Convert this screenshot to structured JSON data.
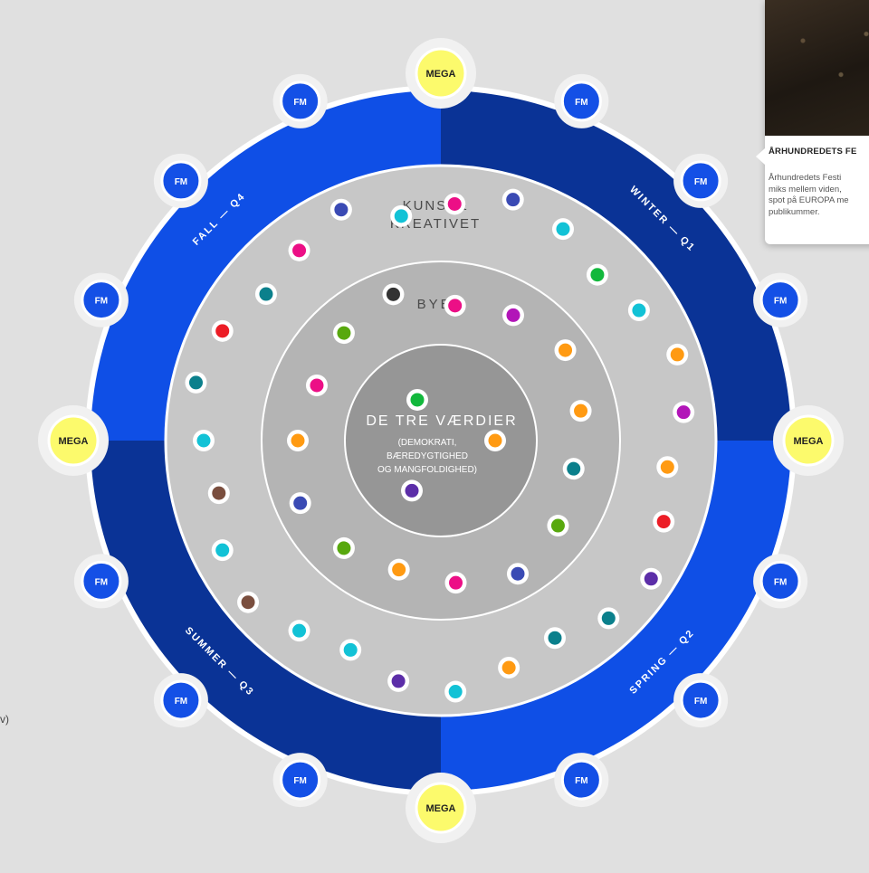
{
  "quarters": [
    {
      "label": "WINTER — Q1",
      "color": "#0a3396"
    },
    {
      "label": "SPRING — Q2",
      "color": "#0f4fe6"
    },
    {
      "label": "SUMMER — Q3",
      "color": "#0a3396"
    },
    {
      "label": "FALL — Q4",
      "color": "#0f4fe6"
    }
  ],
  "rings": {
    "outer": {
      "title_line1": "KUNST&",
      "title_line2": "KREATIVET"
    },
    "middle": {
      "title": "BYEN"
    },
    "inner": {
      "title": "DE TRE VÆRDIER",
      "sub1": "(DEMOKRATI,",
      "sub2": "BÆREDYGTIGHED",
      "sub3": "OG MANGFOLDIGHED)"
    }
  },
  "event_badges": {
    "fm": "FM",
    "mega": "MEGA"
  },
  "popup": {
    "title": "ÅRHUNDREDETS FE",
    "text_lines": [
      "Århundredets Festi",
      "miks mellem viden,",
      "spot på EUROPA me",
      "publikummer."
    ]
  },
  "left_fragment": "v)",
  "dot_colors": {
    "cyan": "#12c2d6",
    "magenta": "#ec0f86",
    "green": "#12b83c",
    "navy": "#3a4ab4",
    "orange": "#ff9a12",
    "purple": "#b215b8",
    "red": "#ec1d26",
    "violet": "#5c2ea8",
    "teal": "#0b808c",
    "lime": "#58a80e",
    "brown": "#7a4e3e",
    "dark": "#333333"
  },
  "dots": [
    {
      "ring": "outer",
      "c": "cyan"
    },
    {
      "ring": "outer",
      "c": "magenta"
    },
    {
      "ring": "outer",
      "c": "navy"
    },
    {
      "ring": "outer",
      "c": "cyan"
    },
    {
      "ring": "outer",
      "c": "green"
    },
    {
      "ring": "outer",
      "c": "cyan"
    },
    {
      "ring": "outer",
      "c": "orange"
    },
    {
      "ring": "outer",
      "c": "purple"
    },
    {
      "ring": "outer",
      "c": "orange"
    },
    {
      "ring": "outer",
      "c": "red"
    },
    {
      "ring": "outer",
      "c": "violet"
    },
    {
      "ring": "outer",
      "c": "teal"
    },
    {
      "ring": "outer",
      "c": "teal"
    },
    {
      "ring": "outer",
      "c": "orange"
    },
    {
      "ring": "outer",
      "c": "cyan"
    },
    {
      "ring": "outer",
      "c": "violet"
    },
    {
      "ring": "outer",
      "c": "cyan"
    },
    {
      "ring": "outer",
      "c": "cyan"
    },
    {
      "ring": "outer",
      "c": "brown"
    },
    {
      "ring": "outer",
      "c": "cyan"
    },
    {
      "ring": "outer",
      "c": "brown"
    },
    {
      "ring": "outer",
      "c": "cyan"
    },
    {
      "ring": "outer",
      "c": "teal"
    },
    {
      "ring": "outer",
      "c": "red"
    },
    {
      "ring": "outer",
      "c": "teal"
    },
    {
      "ring": "outer",
      "c": "magenta"
    },
    {
      "ring": "outer",
      "c": "navy"
    },
    {
      "ring": "middle",
      "c": "magenta"
    },
    {
      "ring": "middle",
      "c": "purple"
    },
    {
      "ring": "middle",
      "c": "orange"
    },
    {
      "ring": "middle",
      "c": "orange"
    },
    {
      "ring": "middle",
      "c": "teal"
    },
    {
      "ring": "middle",
      "c": "lime"
    },
    {
      "ring": "middle",
      "c": "navy"
    },
    {
      "ring": "middle",
      "c": "magenta"
    },
    {
      "ring": "middle",
      "c": "orange"
    },
    {
      "ring": "middle",
      "c": "lime"
    },
    {
      "ring": "middle",
      "c": "navy"
    },
    {
      "ring": "middle",
      "c": "orange"
    },
    {
      "ring": "middle",
      "c": "magenta"
    },
    {
      "ring": "middle",
      "c": "lime"
    },
    {
      "ring": "middle",
      "c": "dark"
    },
    {
      "ring": "inner",
      "c": "green"
    },
    {
      "ring": "inner",
      "c": "orange"
    },
    {
      "ring": "inner",
      "c": "violet"
    }
  ],
  "badges": [
    {
      "type": "mega"
    },
    {
      "type": "fm"
    },
    {
      "type": "fm"
    },
    {
      "type": "fm"
    },
    {
      "type": "mega"
    },
    {
      "type": "fm"
    },
    {
      "type": "fm"
    },
    {
      "type": "fm"
    },
    {
      "type": "mega"
    },
    {
      "type": "fm"
    },
    {
      "type": "fm"
    },
    {
      "type": "fm"
    },
    {
      "type": "mega"
    },
    {
      "type": "fm"
    },
    {
      "type": "fm"
    },
    {
      "type": "fm"
    }
  ]
}
